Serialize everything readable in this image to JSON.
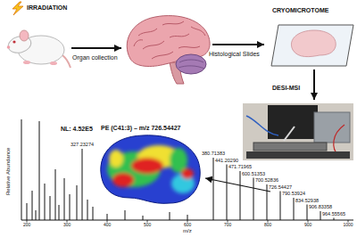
{
  "diagram": {
    "labels": [
      "IRRADIATION",
      "Organ collection",
      "Histological Slides",
      "CRYOMICROTOME",
      "DESI-MSI",
      "NL: 4.52E5",
      "Relative Abundance",
      "PE (C41:3) – m/z 726.54427",
      "327.23274",
      "380.71383",
      "441.20290",
      "471.71965",
      "600.51353",
      "700.52836",
      "726.54427",
      "790.53924",
      "834.52938",
      "906.83358",
      "964.55565",
      "m/z",
      "200",
      "300",
      "400",
      "500",
      "600",
      "700",
      "800",
      "900",
      "1000"
    ]
  }
}
